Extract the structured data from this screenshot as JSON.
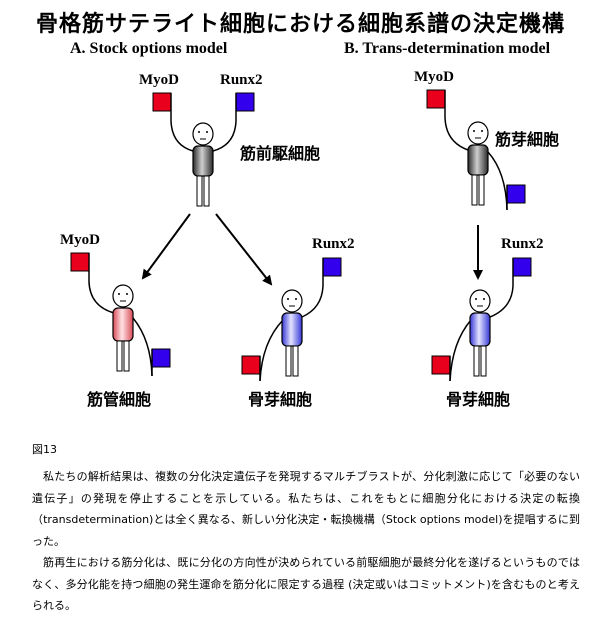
{
  "title": "骨格筋サテライト細胞における細胞系譜の決定機構",
  "panel_a": {
    "title": "A. Stock options model",
    "top_cell": {
      "label": "筋前駆細胞",
      "flag_left": "MyoD",
      "flag_right": "Runx2"
    },
    "left_cell": {
      "label": "筋管細胞",
      "flag": "MyoD"
    },
    "right_cell": {
      "label": "骨芽細胞",
      "flag": "Runx2"
    }
  },
  "panel_b": {
    "title": "B. Trans-determination model",
    "top_cell": {
      "label": "筋芽細胞",
      "flag": "MyoD"
    },
    "bottom_cell": {
      "label": "骨芽細胞",
      "flag": "Runx2"
    }
  },
  "colors": {
    "myod_flag": "#e8001c",
    "runx2_flag": "#3300ee",
    "myotube_body": "#e8707a",
    "osteoblast_body": "#5a5aee",
    "progenitor_body": "#505050"
  },
  "caption": {
    "fig_no": "図13",
    "paragraph_1": "私たちの解析結果は、複数の分化決定遺伝子を発現するマルチブラストが、分化刺激に応じて「必要のない遺伝子」の発現を停止することを示している。私たちは、これをもとに細胞分化における決定の転換（transdetermination)とは全く異なる、新しい分化決定・転換機構（Stock options model)を提唱するに到った。",
    "paragraph_2": "筋再生における筋分化は、既に分化の方向性が決められている前駆細胞が最終分化を遂げるというものではなく、多分化能を持つ細胞の発生運命を筋分化に限定する過程 (決定或いはコミットメント)を含むものと考えられる。"
  }
}
